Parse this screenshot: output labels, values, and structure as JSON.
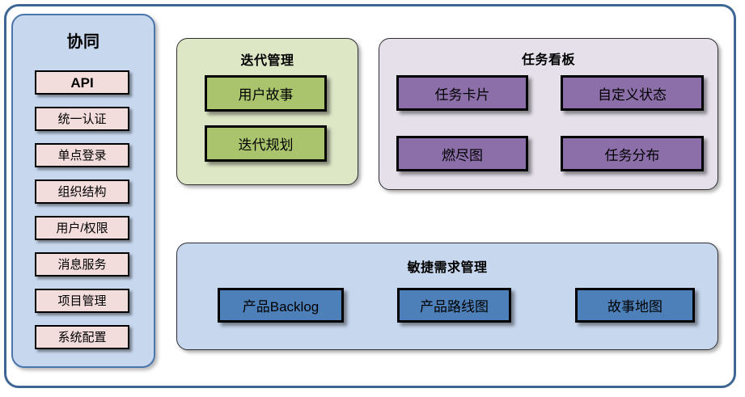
{
  "diagram": {
    "frame": {
      "border_color": "#3e6694",
      "background": "#ffffff"
    },
    "sidebar": {
      "title": "协同",
      "panel_color": "#c7d7ee",
      "panel_border_color": "#4a76ab",
      "item_color": "#f3dcdc",
      "items": [
        {
          "label": "API",
          "emphasis": "bold"
        },
        {
          "label": "统一认证",
          "emphasis": "normal"
        },
        {
          "label": "单点登录",
          "emphasis": "normal"
        },
        {
          "label": "组织结构",
          "emphasis": "normal"
        },
        {
          "label": "用户/权限",
          "emphasis": "normal"
        },
        {
          "label": "消息服务",
          "emphasis": "normal"
        },
        {
          "label": "项目管理",
          "emphasis": "normal"
        },
        {
          "label": "系统配置",
          "emphasis": "normal"
        }
      ]
    },
    "groups": [
      {
        "key": "iteration",
        "title": "迭代管理",
        "panel_color": "#dde6c5",
        "item_color": "#a9c46c",
        "items": [
          {
            "label": "用户故事"
          },
          {
            "label": "迭代规划"
          }
        ]
      },
      {
        "key": "taskboard",
        "title": "任务看板",
        "panel_color": "#e5e0ea",
        "item_color": "#8c6fa9",
        "items": [
          {
            "label": "任务卡片"
          },
          {
            "label": "自定义状态"
          },
          {
            "label": "燃尽图"
          },
          {
            "label": "任务分布"
          }
        ]
      },
      {
        "key": "agile",
        "title": "敏捷需求管理",
        "panel_color": "#c7d7ee",
        "item_color": "#4d80b8",
        "items": [
          {
            "label": "产品Backlog"
          },
          {
            "label": "产品路线图"
          },
          {
            "label": "故事地图"
          }
        ]
      }
    ]
  }
}
